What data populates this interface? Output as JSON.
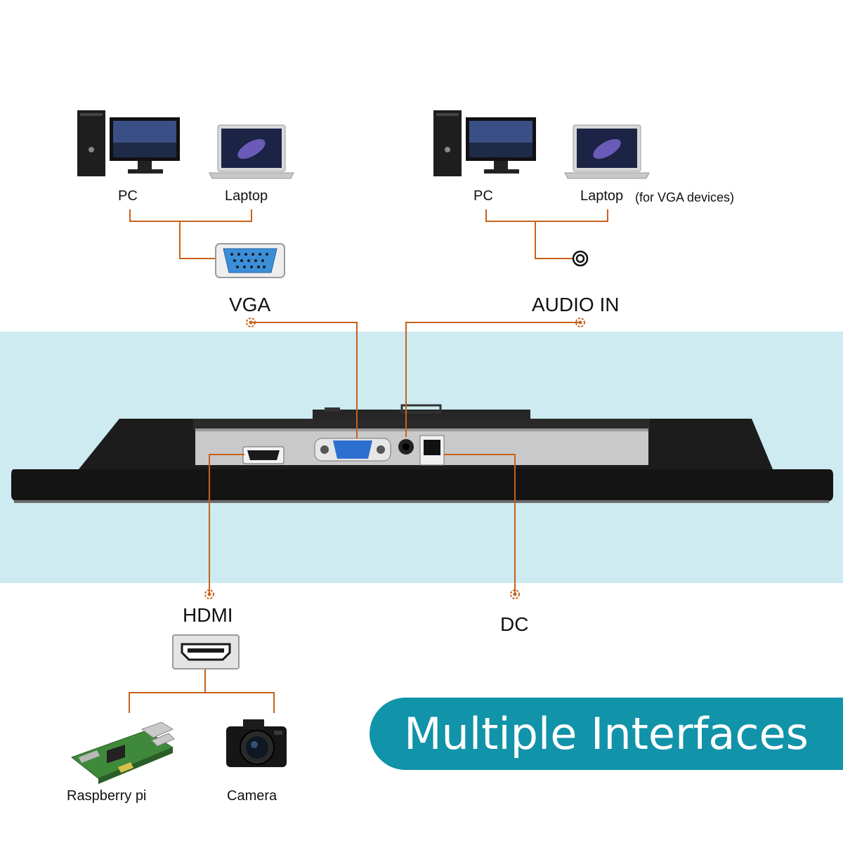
{
  "colors": {
    "wire": "#c8611a",
    "band": "#cdebf0",
    "pill": "#1193a9"
  },
  "groups": {
    "vga_sources": {
      "pc_label": "PC",
      "laptop_label": "Laptop"
    },
    "audio_sources": {
      "pc_label": "PC",
      "laptop_label": "Laptop",
      "laptop_note": "(for VGA devices)"
    },
    "hdmi_sources": {
      "raspberry_label": "Raspberry pi",
      "camera_label": "Camera"
    }
  },
  "ports": {
    "vga": "VGA",
    "audio": "AUDIO IN",
    "hdmi": "HDMI",
    "dc": "DC"
  },
  "banner": {
    "text": "Multiple Interfaces"
  },
  "icons": [
    "desktop-pc-icon",
    "laptop-icon",
    "vga-connector-icon",
    "audio-jack-icon",
    "hdmi-connector-icon",
    "raspberry-pi-icon",
    "camera-icon",
    "port-marker-icon"
  ]
}
